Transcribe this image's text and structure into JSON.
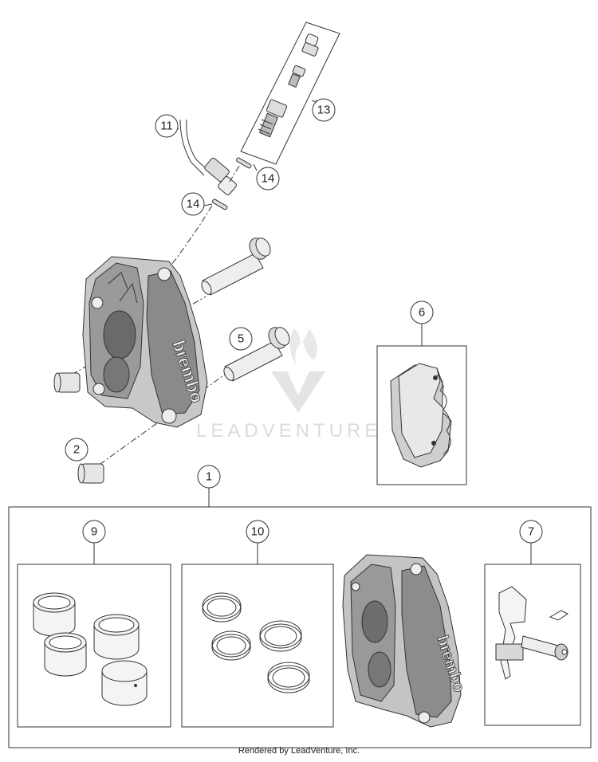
{
  "callouts": {
    "c1": "1",
    "c2": "2",
    "c5": "5",
    "c6": "6",
    "c7": "7",
    "c9": "9",
    "c10": "10",
    "c11": "11",
    "c13": "13",
    "c14a": "14",
    "c14b": "14"
  },
  "caliper_brand": "brembo",
  "watermark": "LEADVENTURE",
  "footer": "Rendered by LeadVenture, Inc."
}
